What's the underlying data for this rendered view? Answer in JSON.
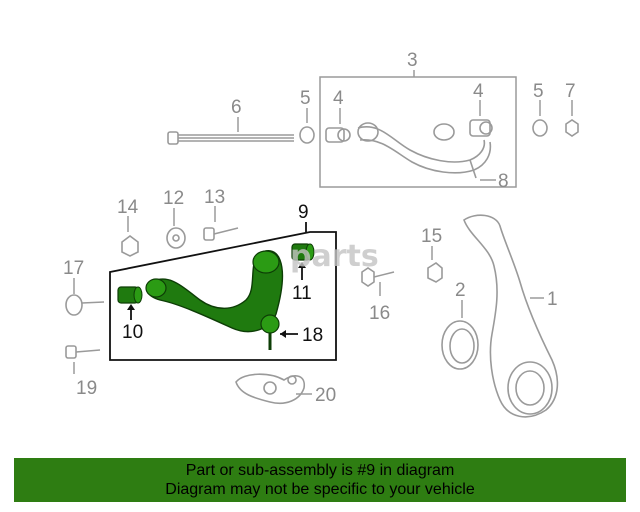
{
  "watermark": "parts",
  "callouts": {
    "c1": "1",
    "c2": "2",
    "c3": "3",
    "c4a": "4",
    "c4b": "4",
    "c5a": "5",
    "c5b": "5",
    "c6": "6",
    "c7": "7",
    "c8": "8",
    "c9": "9",
    "c10": "10",
    "c11": "11",
    "c12": "12",
    "c13": "13",
    "c14": "14",
    "c15": "15",
    "c16": "16",
    "c17": "17",
    "c18": "18",
    "c19": "19",
    "c20": "20"
  },
  "banner": {
    "line1": "Part or sub-assembly is #9 in diagram",
    "line2": "Diagram may not be specific to your vehicle"
  },
  "colors": {
    "highlight_part": "#1f7a0f",
    "banner_bg": "#2e7d12",
    "callout_gray": "#8a8a8a",
    "callout_dark": "#111111"
  }
}
